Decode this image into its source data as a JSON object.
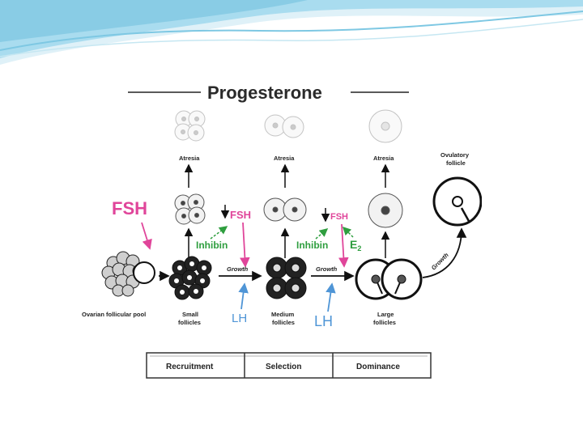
{
  "title": "Progesterone",
  "labels": {
    "atresia": "Atresia",
    "ovulatory_line1": "Ovulatory",
    "ovulatory_line2": "follicle",
    "fsh_main": "FSH",
    "fsh_second": "FSH",
    "fsh_third": "FSH",
    "inhibin_1": "Inhibin",
    "inhibin_2": "Inhibin",
    "e2_base": "E",
    "e2_sub": "2",
    "growth": "Growth",
    "lh_1": "LH",
    "lh_2": "LH",
    "pool": "Ovarian follicular pool",
    "small_1": "Small",
    "small_2": "follicles",
    "medium_1": "Medium",
    "medium_2": "follicles",
    "large_1": "Large",
    "large_2": "follicles"
  },
  "phases": [
    "Recruitment",
    "Selection",
    "Dominance"
  ],
  "colors": {
    "fsh": "#e0459a",
    "lh": "#4f95d6",
    "inhibin": "#2f9e3f",
    "header_wave": "#7ec8e3"
  }
}
